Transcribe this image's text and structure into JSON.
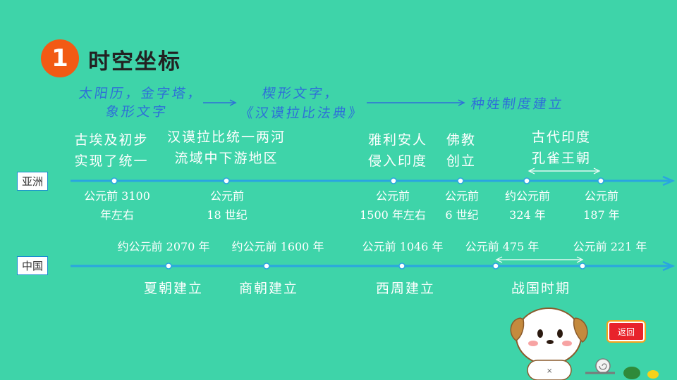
{
  "section": {
    "number": "1",
    "title": "时空坐标"
  },
  "handwritten": {
    "note1_line1": "太阳历，金字塔，",
    "note1_line2": "象形文字",
    "note2_line1": "楔形文字，",
    "note2_line2": "《汉谟拉比法典》",
    "note3": "种姓制度建立"
  },
  "asia": {
    "label": "亚洲",
    "events": [
      {
        "line1": "古埃及初步",
        "line2": "实现了统一"
      },
      {
        "line1": "汉谟拉比统一两河",
        "line2": "流域中下游地区"
      },
      {
        "line1": "雅利安人",
        "line2": "侵入印度"
      },
      {
        "line1": "佛教",
        "line2": "创立"
      },
      {
        "line1": "古代印度",
        "line2": "孔雀王朝"
      }
    ],
    "dates": [
      {
        "line1": "公元前 3100",
        "line2": "年左右"
      },
      {
        "line1": "公元前",
        "line2": "18 世纪"
      },
      {
        "line1": "公元前",
        "line2": "1500 年左右"
      },
      {
        "line1": "公元前",
        "line2": "6 世纪"
      },
      {
        "line1": "约公元前",
        "line2": "324 年"
      },
      {
        "line1": "公元前",
        "line2": "187 年"
      }
    ]
  },
  "china": {
    "label": "中国",
    "dates": [
      "约公元前 2070 年",
      "约公元前 1600 年",
      "公元前 1046 年",
      "公元前 475 年",
      "公元前 221 年"
    ],
    "events": [
      "夏朝建立",
      "商朝建立",
      "西周建立",
      "战国时期"
    ]
  },
  "nav": {
    "back_label": "返回"
  },
  "colors": {
    "background": "#3ed4a9",
    "accent": "#f25a14",
    "timeline": "#2aa5e0",
    "handwriting": "#2e6fd8"
  }
}
